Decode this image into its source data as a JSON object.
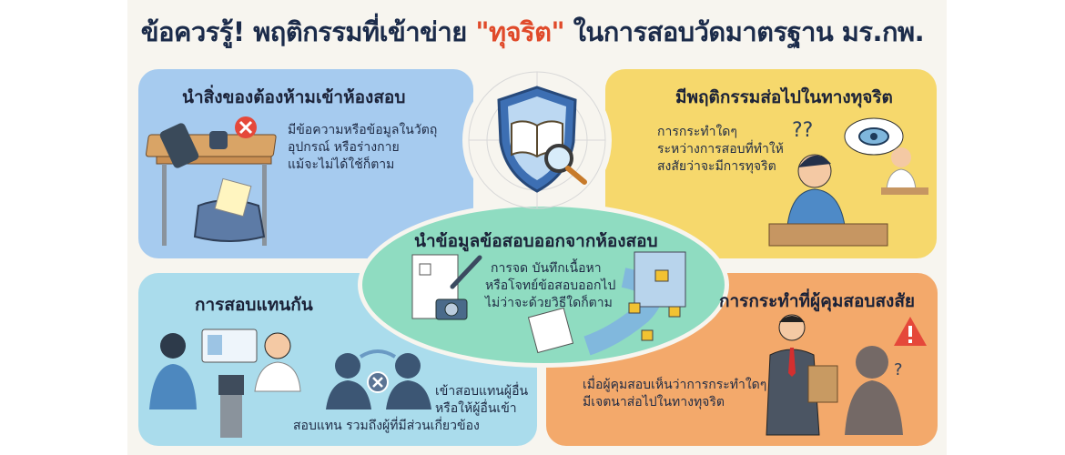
{
  "title": {
    "prefix": "ข้อควรรู้! พฤติกรรมที่เข้าข่าย ",
    "highlight": "\"ทุจริต\"",
    "suffix": " ในการสอบวัดมาตรฐาน มร.กพ.",
    "highlight_color": "#e04a2a"
  },
  "sections": [
    {
      "heading": "นำสิ่งของต้องห้ามเข้าห้องสอบ",
      "lines": [
        "มีข้อความหรือข้อมูลในวัตถุ",
        "อุปกรณ์ หรือร่างกาย",
        "แม้จะไม่ได้ใช้ก็ตาม"
      ],
      "color": "#a6cbef",
      "icons": [
        "smartphone-icon",
        "smartwatch-icon",
        "prohibited-icon",
        "bag-icon"
      ]
    },
    {
      "heading": "มีพฤติกรรมส่อไปในทางทุจริต",
      "lines": [
        "การกระทำใดๆ",
        "ระหว่างการสอบที่ทำให้",
        "สงสัยว่าจะมีการทุจริต"
      ],
      "color": "#f6d86c",
      "icons": [
        "question-mark-icon",
        "eye-icon",
        "student-icon"
      ]
    },
    {
      "heading": "นำข้อมูลข้อสอบออกจากห้องสอบ",
      "lines": [
        "การจด บันทึกเนื้อหา",
        "หรือโจทย์ข้อสอบออกไป",
        "ไม่ว่าจะด้วยวิธีใดก็ตาม"
      ],
      "color": "#8fdcc1",
      "icons": [
        "document-icon",
        "camera-icon",
        "lock-icon",
        "notepad-icon"
      ]
    },
    {
      "heading": "การสอบแทนกัน",
      "lines": [
        "เข้าสอบแทนผู้อื่น",
        "หรือให้ผู้อื่นเข้า",
        "สอบแทน รวมถึงผู้ที่มีส่วนเกี่ยวข้อง"
      ],
      "color": "#aadcec",
      "icons": [
        "id-card-icon",
        "fingerprint-icon",
        "swap-icon"
      ]
    },
    {
      "heading": "การกระทำที่ผู้คุมสอบสงสัย",
      "lines": [
        "เมื่อผู้คุมสอบเห็นว่าการกระทำใดๆ",
        "มีเจตนาส่อไปในทางทุจริต"
      ],
      "color": "#f3a96b",
      "icons": [
        "proctor-icon",
        "warning-icon",
        "suspect-icon"
      ]
    }
  ],
  "center_icon": "shield-book-magnifier-icon"
}
